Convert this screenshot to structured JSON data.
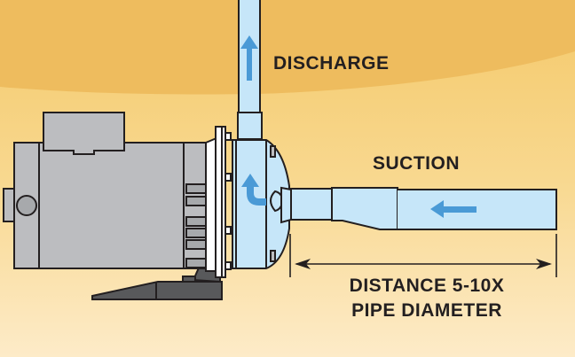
{
  "diagram": {
    "title": "Centrifugal pump suction pipe installation",
    "labels": {
      "discharge": "DISCHARGE",
      "suction": "SUCTION",
      "distance_line1": "DISTANCE 5-10X",
      "distance_line2": "PIPE DIAMETER"
    },
    "flow_arrows": {
      "discharge": "up",
      "impeller": "up-curved",
      "suction": "left"
    },
    "colors": {
      "background_top": "#efbc5c",
      "background_bottom": "#fdebc8",
      "pipe_fill": "#c6e6f9",
      "arrow": "#4a9ad6",
      "motor": "#bcbdc0",
      "base": "#58595b",
      "outline": "#231f20",
      "text": "#231f20"
    }
  }
}
